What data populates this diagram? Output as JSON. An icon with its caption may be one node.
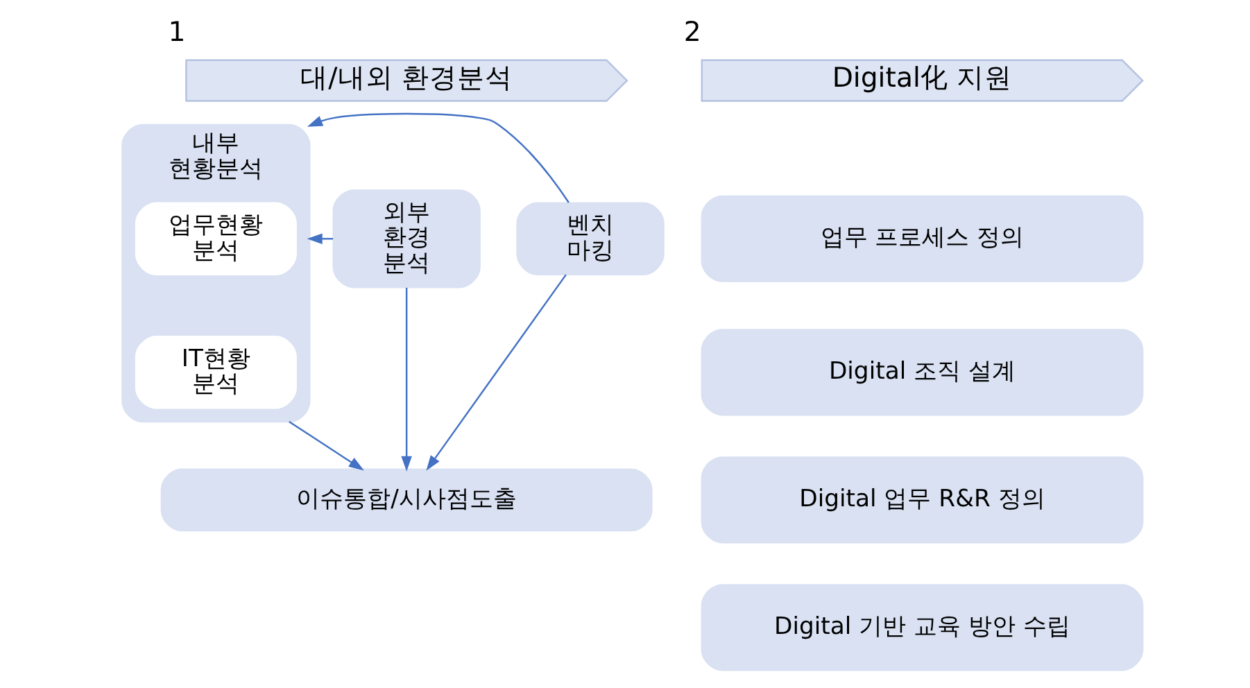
{
  "diagram": {
    "nodes": [
      {
        "text": [
          "대/내외 환경분석"
        ],
        "beside": [
          "1"
        ]
      },
      {
        "text": [
          "외부 환경 분석"
        ]
      },
      {
        "text": [
          "내부 현황분석"
        ]
      },
      {
        "text": [
          "업무현황 분석"
        ],
        "in": 2
      },
      {
        "text": [
          "IT현황 분석"
        ],
        "in": 2
      },
      {
        "text": [
          "벤치 마킹"
        ]
      },
      {
        "text": [
          "이슈통합/시사점도출"
        ]
      },
      {
        "text": [
          "Digital化 지원"
        ],
        "beside": [
          "2"
        ]
      },
      {
        "text": [
          "업무 프로세스 정의"
        ]
      },
      {
        "text": [
          "Digital 조직 설계"
        ]
      },
      {
        "text": [
          "Digital 업무 R&R 정의"
        ]
      },
      {
        "text": [
          "Digital 기반 교육 방안 수립"
        ]
      }
    ],
    "edges": [
      {
        "from": 1,
        "to": 2,
        "arrow": "to"
      },
      {
        "from": 5,
        "to": 2,
        "arrow": "to"
      },
      {
        "from": 1,
        "to": 6,
        "arrow": "to"
      },
      {
        "from": 2,
        "to": 6,
        "arrow": "to"
      },
      {
        "from": 5,
        "to": 6,
        "arrow": "to"
      }
    ]
  }
}
